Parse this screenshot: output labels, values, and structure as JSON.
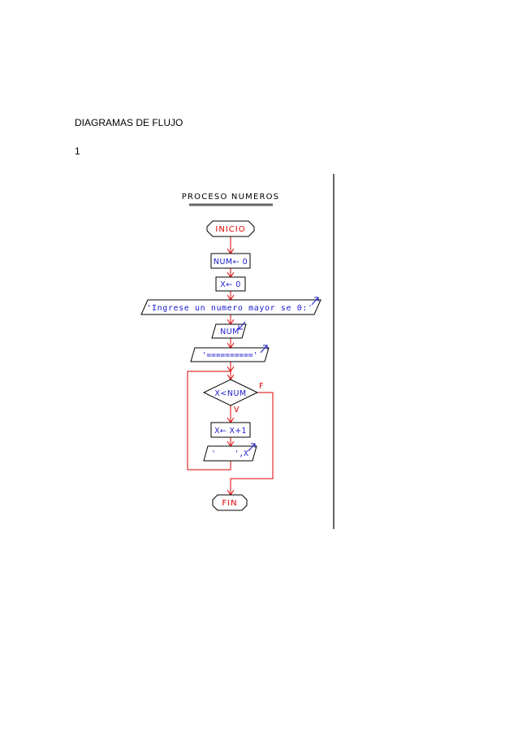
{
  "document": {
    "heading": "DIAGRAMAS DE FLUJO",
    "item_number": "1"
  },
  "diagram": {
    "title": "PROCESO NUMEROS",
    "start": "INICIO",
    "assign_num": "NUM← 0",
    "assign_x": "X← 0",
    "prompt_output": "'Ingrese un numero mayor se 0:'",
    "input_num": "NUM",
    "separator_output": "'=========='",
    "condition": "X<NUM",
    "true_label": "V",
    "false_label": "F",
    "increment": "X← X+1",
    "loop_output": "'    ',X",
    "end": "FIN"
  },
  "colors": {
    "terminal_text": "#e00000",
    "process_text": "#1a1acc",
    "flow_line": "#e00000",
    "shape_border": "#000000",
    "output_arrow": "#1a1acc",
    "frame_line": "#000000",
    "title_underline": "#666666"
  }
}
